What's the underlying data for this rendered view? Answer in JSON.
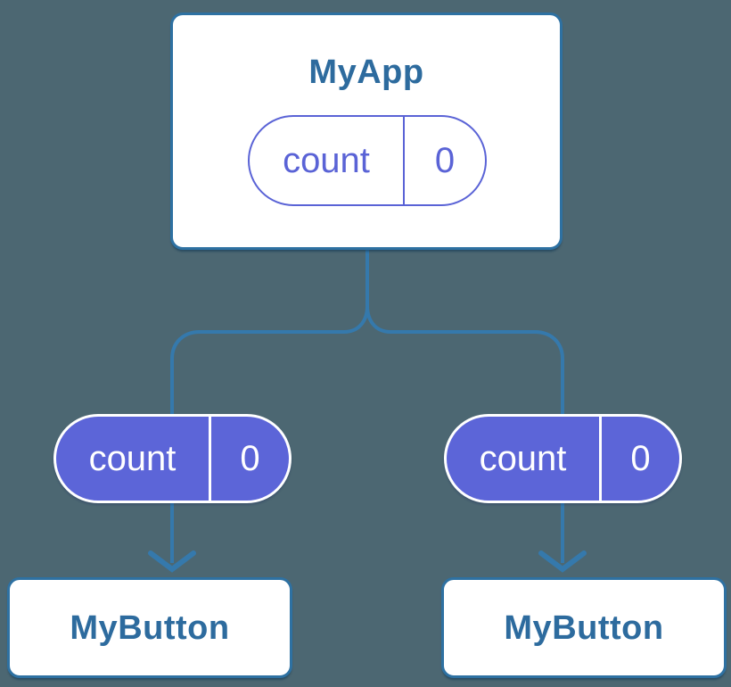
{
  "diagram": {
    "colors": {
      "bg": "#4c6772",
      "edge": "#3579ac",
      "node_border": "#2e71a2",
      "node_text": "#2d6b9e",
      "purple": "#5c65d8",
      "purple_line": "#5a63d6"
    },
    "root": {
      "title": "MyApp",
      "pill": {
        "label": "count",
        "value": "0"
      }
    },
    "children": [
      {
        "title": "MyButton",
        "pill": {
          "label": "count",
          "value": "0"
        }
      },
      {
        "title": "MyButton",
        "pill": {
          "label": "count",
          "value": "0"
        }
      }
    ]
  }
}
